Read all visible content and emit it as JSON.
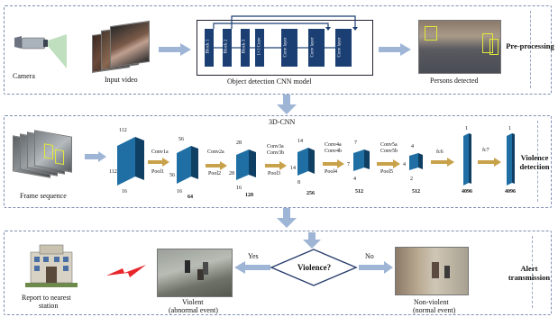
{
  "stage1": {
    "camera_label": "Camera",
    "input_label": "Input video",
    "model_title": "Object detection CNN model",
    "blocks": [
      "Block 1",
      "Block 2",
      "Block 3",
      "1×1 Conv"
    ],
    "conv_layers": [
      "Conv layer",
      "Conv layer",
      "Conv layer"
    ],
    "persons_label": "Persons detected",
    "stage_label": "Pre-processing"
  },
  "stage2": {
    "title": "3D-CNN",
    "frame_label": "Frame sequence",
    "stage_label_1": "Violence",
    "stage_label_2": "detection",
    "cube1": {
      "top": "112",
      "left": "112",
      "bottom": "16"
    },
    "cube2": {
      "top": "56",
      "left": "56",
      "bottom": "16",
      "chan": "64"
    },
    "cube3": {
      "top": "28",
      "left": "28",
      "bottom": "16",
      "chan": "128"
    },
    "cube4": {
      "top": "14",
      "left": "14",
      "bottom": "8",
      "chan": "256"
    },
    "cube5": {
      "top": "7",
      "left": "7",
      "bottom": "4",
      "chan": "512"
    },
    "cube6": {
      "top": "4",
      "left": "4",
      "bottom": "2",
      "chan": "512"
    },
    "fc6": {
      "top": "1",
      "chan": "4096"
    },
    "fc7": {
      "top": "1",
      "chan": "4096"
    },
    "ops": [
      {
        "a": "Conv1a",
        "b": "Pool1"
      },
      {
        "a": "Conv2a",
        "b": "Pool2"
      },
      {
        "a": "Conv3a",
        "a2": "Conv3b",
        "b": "Pool3"
      },
      {
        "a": "Conv4a",
        "a2": "Conv4b",
        "b": "Pool4"
      },
      {
        "a": "Conv5a",
        "a2": "Conv5b",
        "b": "Pool5"
      },
      {
        "a": "fc6"
      },
      {
        "a": "fc7"
      }
    ]
  },
  "stage3": {
    "decision": "Violence?",
    "yes": "Yes",
    "no": "No",
    "violent_1": "Violent",
    "violent_2": "(abnormal event)",
    "nonviolent_1": "Non-violent",
    "nonviolent_2": "(normal event)",
    "report_1": "Report to nearest",
    "report_2": "station",
    "stage_label_1": "Alert",
    "stage_label_2": "transmission"
  },
  "colors": {
    "arrow": "#9fb5d6",
    "cube": "#1f6fa4",
    "cube_dark": "#0f3f63",
    "flow": "#c8a24a",
    "block": "#1b3f73"
  }
}
